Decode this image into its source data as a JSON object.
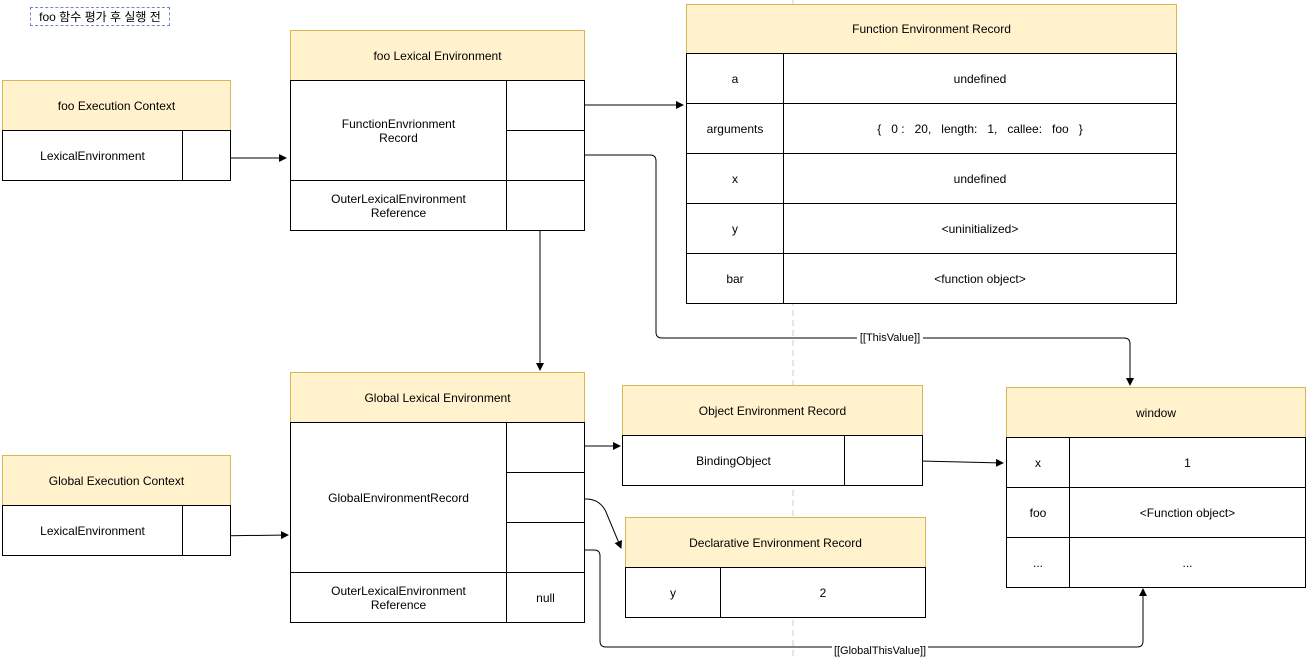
{
  "note": "foo 함수 평가 후 실행 전",
  "foo_ec": {
    "title": "foo Execution Context",
    "lexical_env": "LexicalEnvironment"
  },
  "foo_le": {
    "title": "foo Lexical Environment",
    "fer_line1": "FunctionEnvrionment",
    "fer_line2": "Record",
    "outer_line1": "OuterLexicalEnvironment",
    "outer_line2": "Reference"
  },
  "fer": {
    "title": "Function Environment Record",
    "rows": [
      {
        "key": "a",
        "value": "undefined"
      },
      {
        "key": "arguments",
        "value": "{   0 :   20,   length:   1,   callee:   foo   }"
      },
      {
        "key": "x",
        "value": "undefined"
      },
      {
        "key": "y",
        "value": "<uninitialized>"
      },
      {
        "key": "bar",
        "value": "<function object>"
      }
    ]
  },
  "global_ec": {
    "title": "Global Execution Context",
    "lexical_env": "LexicalEnvironment"
  },
  "global_le": {
    "title": "Global Lexical Environment",
    "ger": "GlobalEnvironmentRecord",
    "outer_line1": "OuterLexicalEnvironment",
    "outer_line2": "Reference",
    "outer_value": "null"
  },
  "oer": {
    "title": "Object Environment Record",
    "binding": "BindingObject"
  },
  "der": {
    "title": "Declarative Environment Record",
    "key": "y",
    "value": "2"
  },
  "window": {
    "title": "window",
    "rows": [
      {
        "key": "x",
        "value": "1"
      },
      {
        "key": "foo",
        "value": "<Function object>"
      },
      {
        "key": "...",
        "value": "..."
      }
    ]
  },
  "labels": {
    "this_value": "[[ThisValue]]",
    "global_this_value": "[[GlobalThisValue]]"
  },
  "colors": {
    "header_fill": "#fff2cc",
    "header_stroke": "#d6b656",
    "note_border": "#6c8ebf"
  }
}
